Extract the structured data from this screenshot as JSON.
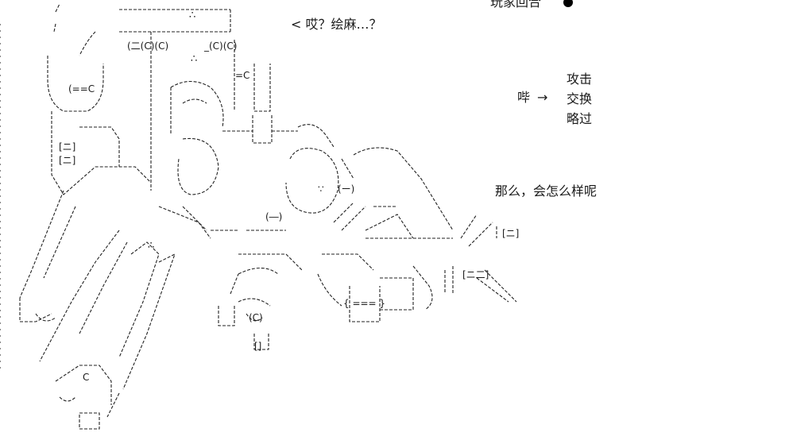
{
  "dialog": {
    "speech": "< 哎？绘麻…？",
    "turn_header": "玩家回合",
    "monster": "哔",
    "arrow": "→",
    "commands": [
      "攻击",
      "交换",
      "略过"
    ],
    "prompt": "那么，会怎么样呢"
  },
  "art_labels": {
    "box_a": "(二(C)(C)",
    "box_b": "_(C)(C)",
    "dots1": "∴",
    "dots2": "∴",
    "dots3": "∴",
    "c1": "=C",
    "tri": "(==C",
    "box1": "[ニ]",
    "box2": "[ニ]",
    "face1": "∵",
    "face2": "(ー)",
    "face3": "(―)",
    "eq": "{ === }",
    "p1": "(C)",
    "p2": "[]",
    "p3": "[ニ]",
    "p4": "[ニ二]",
    "p5": "C"
  }
}
